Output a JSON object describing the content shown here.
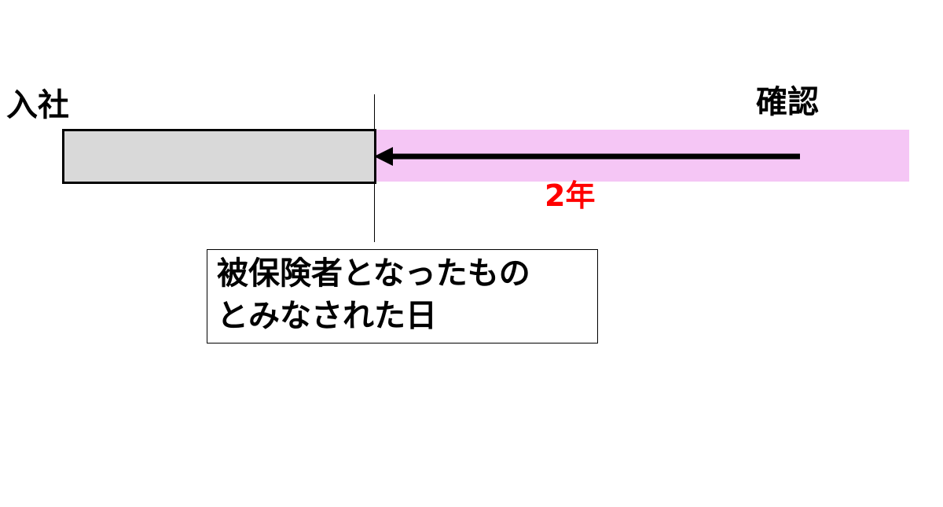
{
  "labels": {
    "join": "入社",
    "confirm": "確認",
    "period": "2年"
  },
  "callout": {
    "line1": "被保険者となったもの",
    "line2": "とみなされた日"
  },
  "colors": {
    "band": "#f5c6f5",
    "bar_fill": "#d9d9d9",
    "period_text": "#ff0000",
    "arrow": "#000000"
  },
  "icons": {
    "arrow": "left-arrow-icon"
  }
}
